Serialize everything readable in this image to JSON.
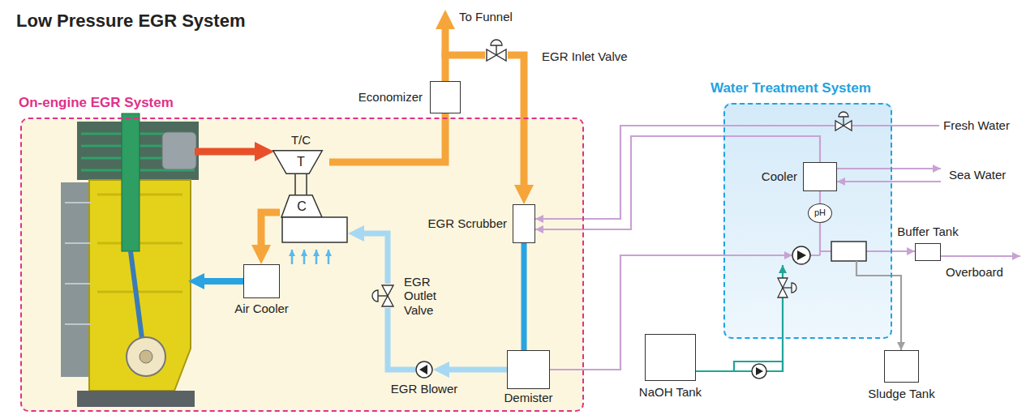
{
  "diagram": {
    "title": "Low Pressure EGR System",
    "nodes": [
      {
        "text": [
          "On-engine EGR System"
        ]
      },
      {
        "text": [
          "T/C",
          "T"
        ],
        "in": 0
      },
      {
        "text": [
          "C"
        ],
        "in": 0
      },
      {
        "text": [
          "Air Cooler"
        ],
        "in": 0
      },
      {
        "text": [
          "EGR Outlet Valve"
        ],
        "in": 0
      },
      {
        "text": [
          "EGR Blower"
        ],
        "in": 0
      },
      {
        "text": [
          "EGR Scrubber"
        ],
        "in": 0
      },
      {
        "text": [
          "Demister"
        ],
        "in": 0
      },
      {
        "text": [
          "Economizer"
        ]
      },
      {
        "text": [
          "EGR Inlet Valve"
        ]
      },
      {
        "text": [
          "Water Treatment System"
        ]
      },
      {
        "text": [
          "Cooler"
        ],
        "in": 10
      },
      {
        "text": [
          "pH"
        ],
        "in": 10
      },
      {
        "text": [
          "Buffer Tank"
        ]
      },
      {
        "text": [
          "NaOH Tank"
        ]
      },
      {
        "text": [
          "Sludge Tank"
        ]
      }
    ],
    "edges": [
      {
        "from": 1,
        "to": 8,
        "arrow": "none"
      },
      {
        "from": 8,
        "to": 9,
        "arrow": "none"
      },
      {
        "from": 9,
        "to": 6,
        "arrow": "to"
      },
      {
        "from": 6,
        "to": 7,
        "arrow": "none"
      },
      {
        "from": 7,
        "to": 5,
        "arrow": "to"
      },
      {
        "from": 5,
        "to": 4,
        "arrow": "none"
      },
      {
        "from": 4,
        "to": 2,
        "arrow": "to"
      },
      {
        "from": 2,
        "to": 3,
        "arrow": "to"
      },
      {
        "from": 11,
        "to": 6,
        "arrow": "to"
      },
      {
        "from": 11,
        "to": 12,
        "arrow": "none"
      }
    ],
    "labels": [
      "To Funnel",
      "Fresh Water",
      "Sea Water",
      "Overboard"
    ]
  }
}
